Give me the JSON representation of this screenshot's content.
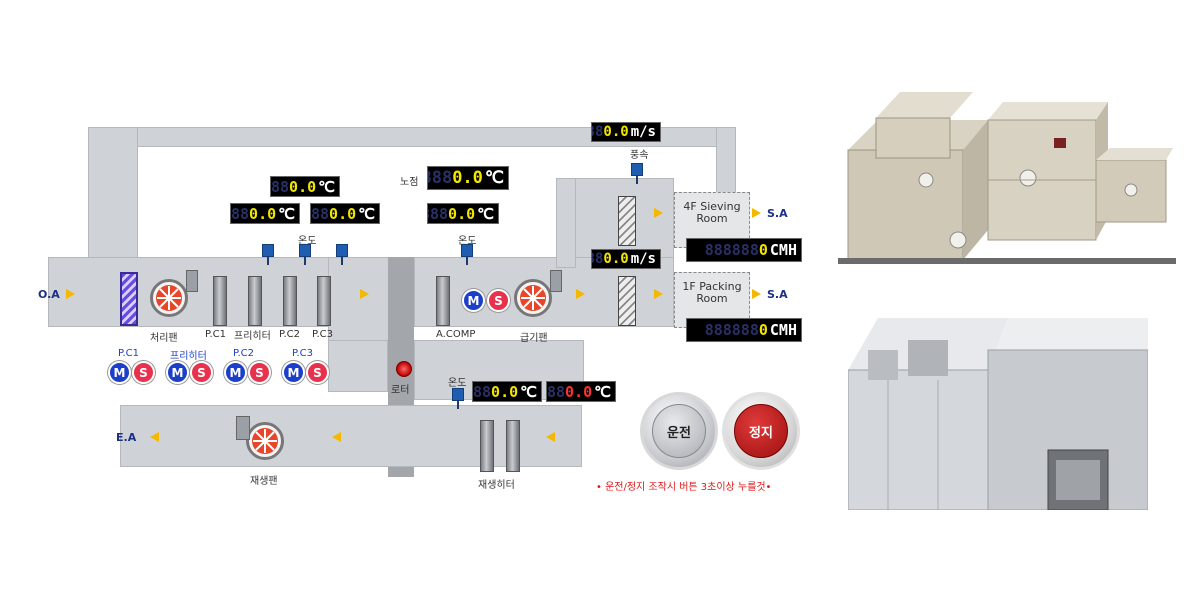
{
  "labels": {
    "outside_air": "O.A",
    "supply_air_top": "S.A",
    "supply_air_bottom": "S.A",
    "exhaust_air": "E.A",
    "wind_speed": "풍속",
    "dew_point": "노점",
    "temp_top": "온도",
    "temp_mid": "온도",
    "temp_regen": "온도",
    "process_fan": "처리팬",
    "pc1": "P.C1",
    "preheater": "프리히터",
    "pc2": "P.C2",
    "pc3": "P.C3",
    "rotor": "로터",
    "acomp": "A.COMP",
    "supply_fan": "급기팬",
    "regen_fan": "재생팬",
    "regen_heater": "재생히터",
    "room_top_line1": "4F Sieving",
    "room_top_line2": "Room",
    "room_bottom_line1": "1F Packing",
    "room_bottom_line2": "Room",
    "ms_pc1": "P.C1",
    "ms_preheater": "프리히터",
    "ms_pc2": "P.C2",
    "ms_pc3": "P.C3",
    "m": "M",
    "s": "S"
  },
  "readouts": {
    "wind_top": {
      "ghost": "88",
      "value": "0.0",
      "unit": "m/s"
    },
    "wind_mid": {
      "ghost": "88",
      "value": "0.0",
      "unit": "m/s"
    },
    "dew_point": {
      "ghost": "888",
      "value": "0.0",
      "unit": "℃"
    },
    "temp_top": {
      "ghost": "888",
      "value": "0.0",
      "unit": "℃"
    },
    "temp_left": {
      "ghost": "888",
      "value": "0.0",
      "unit": "℃"
    },
    "temp_right": {
      "ghost": "888",
      "value": "0.0",
      "unit": "℃"
    },
    "temp_mid": {
      "ghost": "888",
      "value": "0.0",
      "unit": "℃"
    },
    "temp_regen_yellow": {
      "ghost": "888",
      "value": "0.0",
      "unit": "℃"
    },
    "temp_regen_red": {
      "ghost": "888",
      "value": "0.0",
      "unit": "℃"
    },
    "cmh_top": {
      "ghost": "888888",
      "value": "0",
      "unit": "CMH"
    },
    "cmh_bottom": {
      "ghost": "888888",
      "value": "0",
      "unit": "CMH"
    }
  },
  "buttons": {
    "run": "운전",
    "stop": "정지"
  },
  "notice": "• 운전/정지 조작시 버튼 3초이상 누를것•",
  "colors": {
    "duct": "#cfd2d6",
    "motor_badge": "#1b3fc9",
    "switch_badge": "#e8324d",
    "arrow": "#f5b800",
    "lcd_value": "#f2e500",
    "stop_button": "#c01818"
  }
}
